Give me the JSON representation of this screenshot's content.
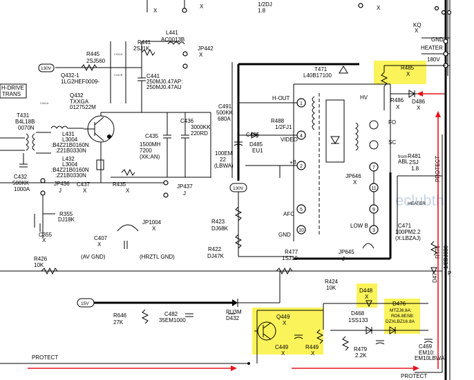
{
  "top": {
    "ref_2dj": "1/2DJ",
    "val_18": "1.8",
    "kq": "KQ",
    "x1": "X",
    "x2": "X",
    "x3": "X",
    "x4": "X",
    "gnd": "GND",
    "heater": "HEATER",
    "v180": "180V"
  },
  "left_block": {
    "c441a": "C441A",
    "c441b": "C441B",
    "r445": "R445",
    "r445_val": "2SJ560",
    "v130": "130V",
    "q4321": "Q432-1",
    "q4321_val": "1LG2HEF0009-",
    "r441": "R441",
    "r441_val": "2SJ1K",
    "l441": "L441",
    "l441_val": "AC0013B",
    "jp442": "JP442",
    "jp442_x": "X",
    "c441": "C441",
    "c441_val1": "250MJ0.47AP:",
    "c441_val2": "250MJ0.47AU",
    "drive_1": "H-DRIVE",
    "drive_2": "TRANS",
    "q432": "Q432",
    "q432_val1": "TXXGA",
    "q432_val2": "0127522M",
    "t431": "T431",
    "t431_val1": "B4L18B",
    "t431_val2": "0070N",
    "l431": "L431",
    "l431_val1": "L3004",
    "l431_val2": ":B4Z21B0160N",
    "l431_val3": ":Z21B0330N",
    "l432": "L432",
    "l432_val1": "L3004",
    "l432_val2": ":B4Z21B0160N",
    "l432_val3": ":Z21B0330N",
    "c435": "C435",
    "c435_val1": "1500MH",
    "c435_val2": "7200",
    "c435_val3": "(XK:AN)",
    "c436": "C436",
    "c436_val1": "3000KK",
    "c436_val2": "220RD",
    "c432": "C432",
    "c432_val1": "500KK",
    "c432_val2": "1000A",
    "jp436": "JP436",
    "jp436_val": "J",
    "c437": "C437",
    "c437_x": "X",
    "r435": "R435",
    "r435_x": "X",
    "jp437": "JP437",
    "jp437_val": "J",
    "r355": "R355",
    "r355_val": "DJ18K",
    "c355": "C355",
    "c355_x": "X",
    "jp1004": "JP1004",
    "jp1004_x": "X",
    "c407": "C407",
    "c407_x": "X",
    "av_gnd": "(AV GND)",
    "hrztl_gnd": "(HRZTL GND)",
    "r426": "R426",
    "r426_val": "10K",
    "v15": "15V",
    "r646": "R646",
    "r646_val": "27K",
    "c482": "C482",
    "c482_val": "35EM1000",
    "d432": "RU3M",
    "d432_val": "D432",
    "protect": "PROTECT"
  },
  "fbt": {
    "t471": "T471",
    "t471_val": "L40B17100",
    "h_out": "H-OUT",
    "c491": "C491",
    "c491_val1": "500KK",
    "c491_val2": "680A",
    "r488": "R488",
    "r488_val": "1/2FJ1",
    "video": "VIDEO",
    "d485": "D485",
    "d485_val": "EU1",
    "c486": "C486",
    "c486_val1": "100EM",
    "c486_val2": "22",
    "c486_val3": "(LBWA)",
    "plus_b": "+B",
    "v130b": "130V",
    "r423": "R423",
    "r423_val": "DJ68K",
    "r422": "R422",
    "r422_val": "DJ47K",
    "afc": "AFC",
    "gnd2": "GND",
    "r477": "R477",
    "r477_val": "1SJ10",
    "jp645": "JP645",
    "jp645_val": "J",
    "r424": "R424",
    "r424_val": "10K",
    "hv": "HV",
    "fo": "FO",
    "sc": "SC",
    "abl": "ABL",
    "from_abl": "from",
    "jp646": "JP646",
    "jp646_val": "X",
    "low_b": "LOW B",
    "heater2": "HEATER",
    "watermark": "eclubth",
    "pins": [
      "1",
      "4",
      "2",
      "5",
      "10",
      "7",
      "11",
      "9",
      "3"
    ]
  },
  "right_block": {
    "r485": "R485",
    "r485_x": "X",
    "r486": "R486",
    "r486_x": "X",
    "d486": "D486",
    "d486_x": "X",
    "r481": "R481",
    "r481_val1": "2SJ",
    "r481_val2": "1.8",
    "c471": "C471",
    "c471_val1": "100PM2.2",
    "c471_val2": "(X:LBZAJ)",
    "protect_v": "PROTECT",
    "r475": "R475",
    "r475_val": "1/2DJ330",
    "d47": "D47",
    "p": "P",
    "d448": "D448",
    "d448_x": "X",
    "d468": "D468",
    "d468_val": "1SS133",
    "d476": "D476",
    "d476_val1": "MTZJ6.8A:",
    "d476_val2": "RD6.8ESB:",
    "d476_val3": "DZXLBZ16.8A",
    "q449": "Q449",
    "q449_x": "X",
    "c449": "C449",
    "c449_x": "X",
    "r449": "R449",
    "r449_x": "X",
    "r479": "R479",
    "r479_val": "2.2K",
    "c469": "C469",
    "c469_val1": "EM10:",
    "c469_val2": "EM10LBWA",
    "protect_bottom": "PROTECT"
  }
}
